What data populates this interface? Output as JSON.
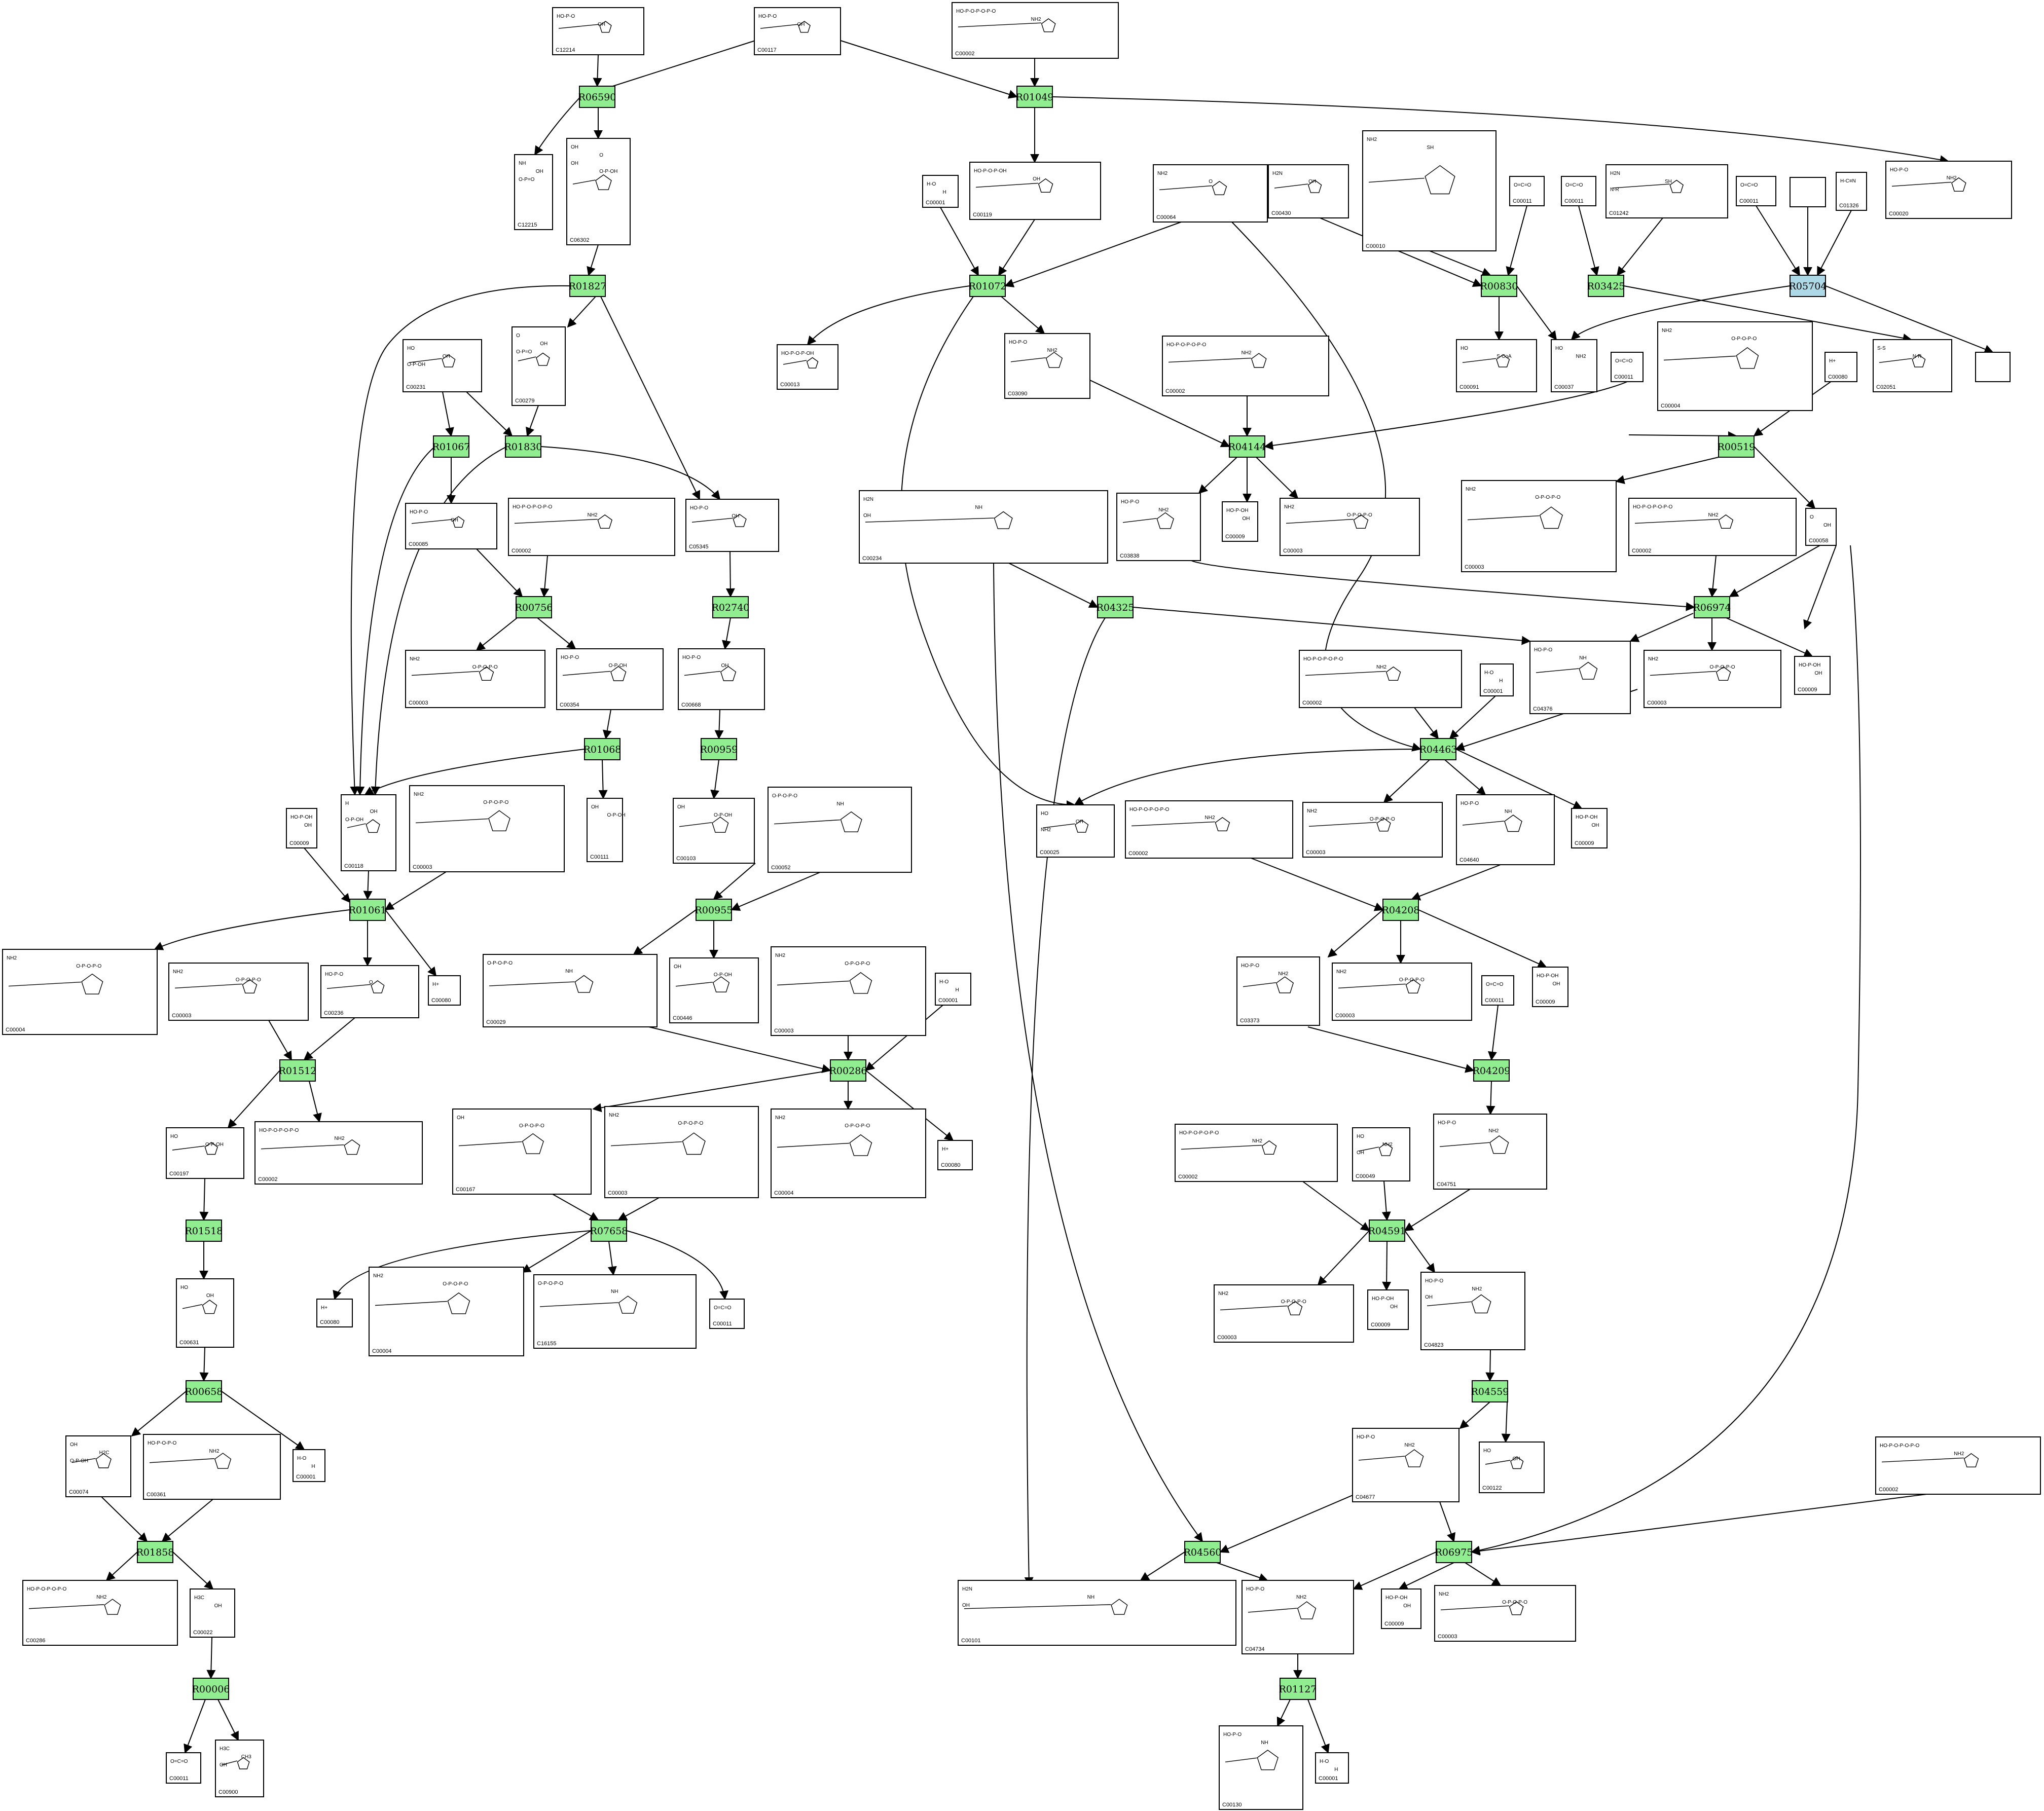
{
  "colors": {
    "reaction": "#90ee90",
    "reaction_highlight": "#add8e6",
    "edge": "#000000",
    "box": "#ffffff"
  },
  "reactions": [
    {
      "id": "R06590"
    },
    {
      "id": "R01049"
    },
    {
      "id": "R01827"
    },
    {
      "id": "R01072"
    },
    {
      "id": "R00830"
    },
    {
      "id": "R03425"
    },
    {
      "id": "R05704",
      "highlight": true
    },
    {
      "id": "R01067"
    },
    {
      "id": "R01830"
    },
    {
      "id": "R04144"
    },
    {
      "id": "R00519"
    },
    {
      "id": "R00756"
    },
    {
      "id": "R02740"
    },
    {
      "id": "R04325"
    },
    {
      "id": "R06974"
    },
    {
      "id": "R01068"
    },
    {
      "id": "R00959"
    },
    {
      "id": "R04463"
    },
    {
      "id": "R01061"
    },
    {
      "id": "R00955"
    },
    {
      "id": "R04208"
    },
    {
      "id": "R01512"
    },
    {
      "id": "R00286"
    },
    {
      "id": "R04209"
    },
    {
      "id": "R01518"
    },
    {
      "id": "R07658"
    },
    {
      "id": "R04591"
    },
    {
      "id": "R00658"
    },
    {
      "id": "R04559"
    },
    {
      "id": "R01858"
    },
    {
      "id": "R04560"
    },
    {
      "id": "R06975"
    },
    {
      "id": "R00006"
    },
    {
      "id": "R01127"
    }
  ],
  "compounds": [
    {
      "id": "C12214",
      "text": [
        "HO-P-O",
        "OH"
      ]
    },
    {
      "id": "C00117",
      "text": [
        "HO-P-O",
        "OH"
      ]
    },
    {
      "id": "C00002",
      "text": [
        "HO-P-O-P-O-P-O",
        "NH2"
      ]
    },
    {
      "id": "C12215",
      "text": [
        "NH",
        "OH",
        "O-P=O"
      ]
    },
    {
      "id": "C06302",
      "text": [
        "OH",
        "O",
        "OH",
        "O-P-OH"
      ]
    },
    {
      "id": "C00001",
      "text": [
        "H-O",
        "H"
      ]
    },
    {
      "id": "C00119",
      "text": [
        "HO-P-O-P-OH",
        "OH"
      ]
    },
    {
      "id": "C00064",
      "text": [
        "NH2",
        "O"
      ]
    },
    {
      "id": "C00430",
      "text": [
        "H2N",
        "OH"
      ]
    },
    {
      "id": "C00010",
      "text": [
        "NH2",
        "SH"
      ]
    },
    {
      "id": "C00011",
      "text": [
        "O=C=O"
      ]
    },
    {
      "id": "C01242",
      "text": [
        "H2N",
        "SH",
        "N-R"
      ]
    },
    {
      "id": "C01326",
      "text": [
        "H-C≡N"
      ]
    },
    {
      "id": "C00020",
      "text": [
        "HO-P-O",
        "NH2"
      ]
    },
    {
      "id": "C00231",
      "text": [
        "HO",
        "OH",
        "O-P-OH"
      ]
    },
    {
      "id": "C00279",
      "text": [
        "O",
        "OH",
        "O-P=O"
      ]
    },
    {
      "id": "C00013",
      "text": [
        "HO-P-O-P-OH"
      ]
    },
    {
      "id": "C03090",
      "text": [
        "HO-P-O",
        "NH2"
      ]
    },
    {
      "id": "C00091",
      "text": [
        "HO",
        "S-CoA"
      ]
    },
    {
      "id": "C00037",
      "text": [
        "HO",
        "NH2"
      ]
    },
    {
      "id": "C02051",
      "text": [
        "S-S",
        "N-R"
      ]
    },
    {
      "id": "C00085",
      "text": [
        "HO-P-O",
        "OH"
      ]
    },
    {
      "id": "C00004",
      "text": [
        "NH2",
        "O-P-O-P-O"
      ]
    },
    {
      "id": "C00080",
      "text": [
        "H+"
      ]
    },
    {
      "id": "C00009",
      "text": [
        "HO-P-OH",
        "OH"
      ]
    },
    {
      "id": "C00008",
      "text": [
        "HO-P-O-P-O",
        "NH2"
      ]
    },
    {
      "id": "C05345",
      "text": [
        "HO-P-O",
        "OH"
      ]
    },
    {
      "id": "C03838",
      "text": [
        "HO-P-O",
        "NH2"
      ]
    },
    {
      "id": "C00234",
      "text": [
        "H2N",
        "NH",
        "OH"
      ]
    },
    {
      "id": "C00003",
      "text": [
        "NH2",
        "O-P-O-P-O"
      ]
    },
    {
      "id": "C00354",
      "text": [
        "HO-P-O",
        "O-P-OH"
      ]
    },
    {
      "id": "C00668",
      "text": [
        "HO-P-O",
        "OH"
      ]
    },
    {
      "id": "C04376",
      "text": [
        "HO-P-O",
        "NH"
      ]
    },
    {
      "id": "C00058",
      "text": [
        "O",
        "OH"
      ]
    },
    {
      "id": "C00118",
      "text": [
        "H",
        "OH",
        "O-P-OH"
      ]
    },
    {
      "id": "C00111",
      "text": [
        "OH",
        "O-P-OH"
      ]
    },
    {
      "id": "C00103",
      "text": [
        "OH",
        "O-P-OH"
      ]
    },
    {
      "id": "C00052",
      "text": [
        "O-P-O-P-O",
        "NH"
      ]
    },
    {
      "id": "C00025",
      "text": [
        "HO",
        "OH",
        "NH2"
      ]
    },
    {
      "id": "C04640",
      "text": [
        "HO-P-O",
        "NH"
      ]
    },
    {
      "id": "C00236",
      "text": [
        "HO-P-O",
        "O"
      ]
    },
    {
      "id": "C00029",
      "text": [
        "O-P-O-P-O",
        "NH"
      ]
    },
    {
      "id": "C00446",
      "text": [
        "OH",
        "O-P-OH"
      ]
    },
    {
      "id": "C03373",
      "text": [
        "HO-P-O",
        "NH2"
      ]
    },
    {
      "id": "C00197",
      "text": [
        "HO",
        "O-P-OH"
      ]
    },
    {
      "id": "C00167",
      "text": [
        "OH",
        "O-P-O-P-O"
      ]
    },
    {
      "id": "C04751",
      "text": [
        "HO-P-O",
        "NH2"
      ]
    },
    {
      "id": "C00049",
      "text": [
        "HO",
        "NH2",
        "OH"
      ]
    },
    {
      "id": "C00631",
      "text": [
        "HO",
        "OH"
      ]
    },
    {
      "id": "C16155",
      "text": [
        "O-P-O-P-O",
        "NH"
      ]
    },
    {
      "id": "C04823",
      "text": [
        "HO-P-O",
        "NH2",
        "OH"
      ]
    },
    {
      "id": "C00074",
      "text": [
        "OH",
        "H2C",
        "O-P-OH"
      ]
    },
    {
      "id": "C00361",
      "text": [
        "HO-P-O-P-O",
        "NH2"
      ]
    },
    {
      "id": "C00122",
      "text": [
        "HO",
        "OH"
      ]
    },
    {
      "id": "C04677",
      "text": [
        "HO-P-O",
        "NH2"
      ]
    },
    {
      "id": "C00286",
      "text": [
        "HO-P-O-P-O-P-O",
        "NH2"
      ]
    },
    {
      "id": "C00022",
      "text": [
        "H3C",
        "OH"
      ]
    },
    {
      "id": "C00101",
      "text": [
        "H2N",
        "NH",
        "OH"
      ]
    },
    {
      "id": "C04734",
      "text": [
        "HO-P-O",
        "NH2"
      ]
    },
    {
      "id": "C00900",
      "text": [
        "H3C",
        "CH3",
        "OH"
      ]
    },
    {
      "id": "C00130",
      "text": [
        "HO-P-O",
        "NH"
      ]
    }
  ]
}
